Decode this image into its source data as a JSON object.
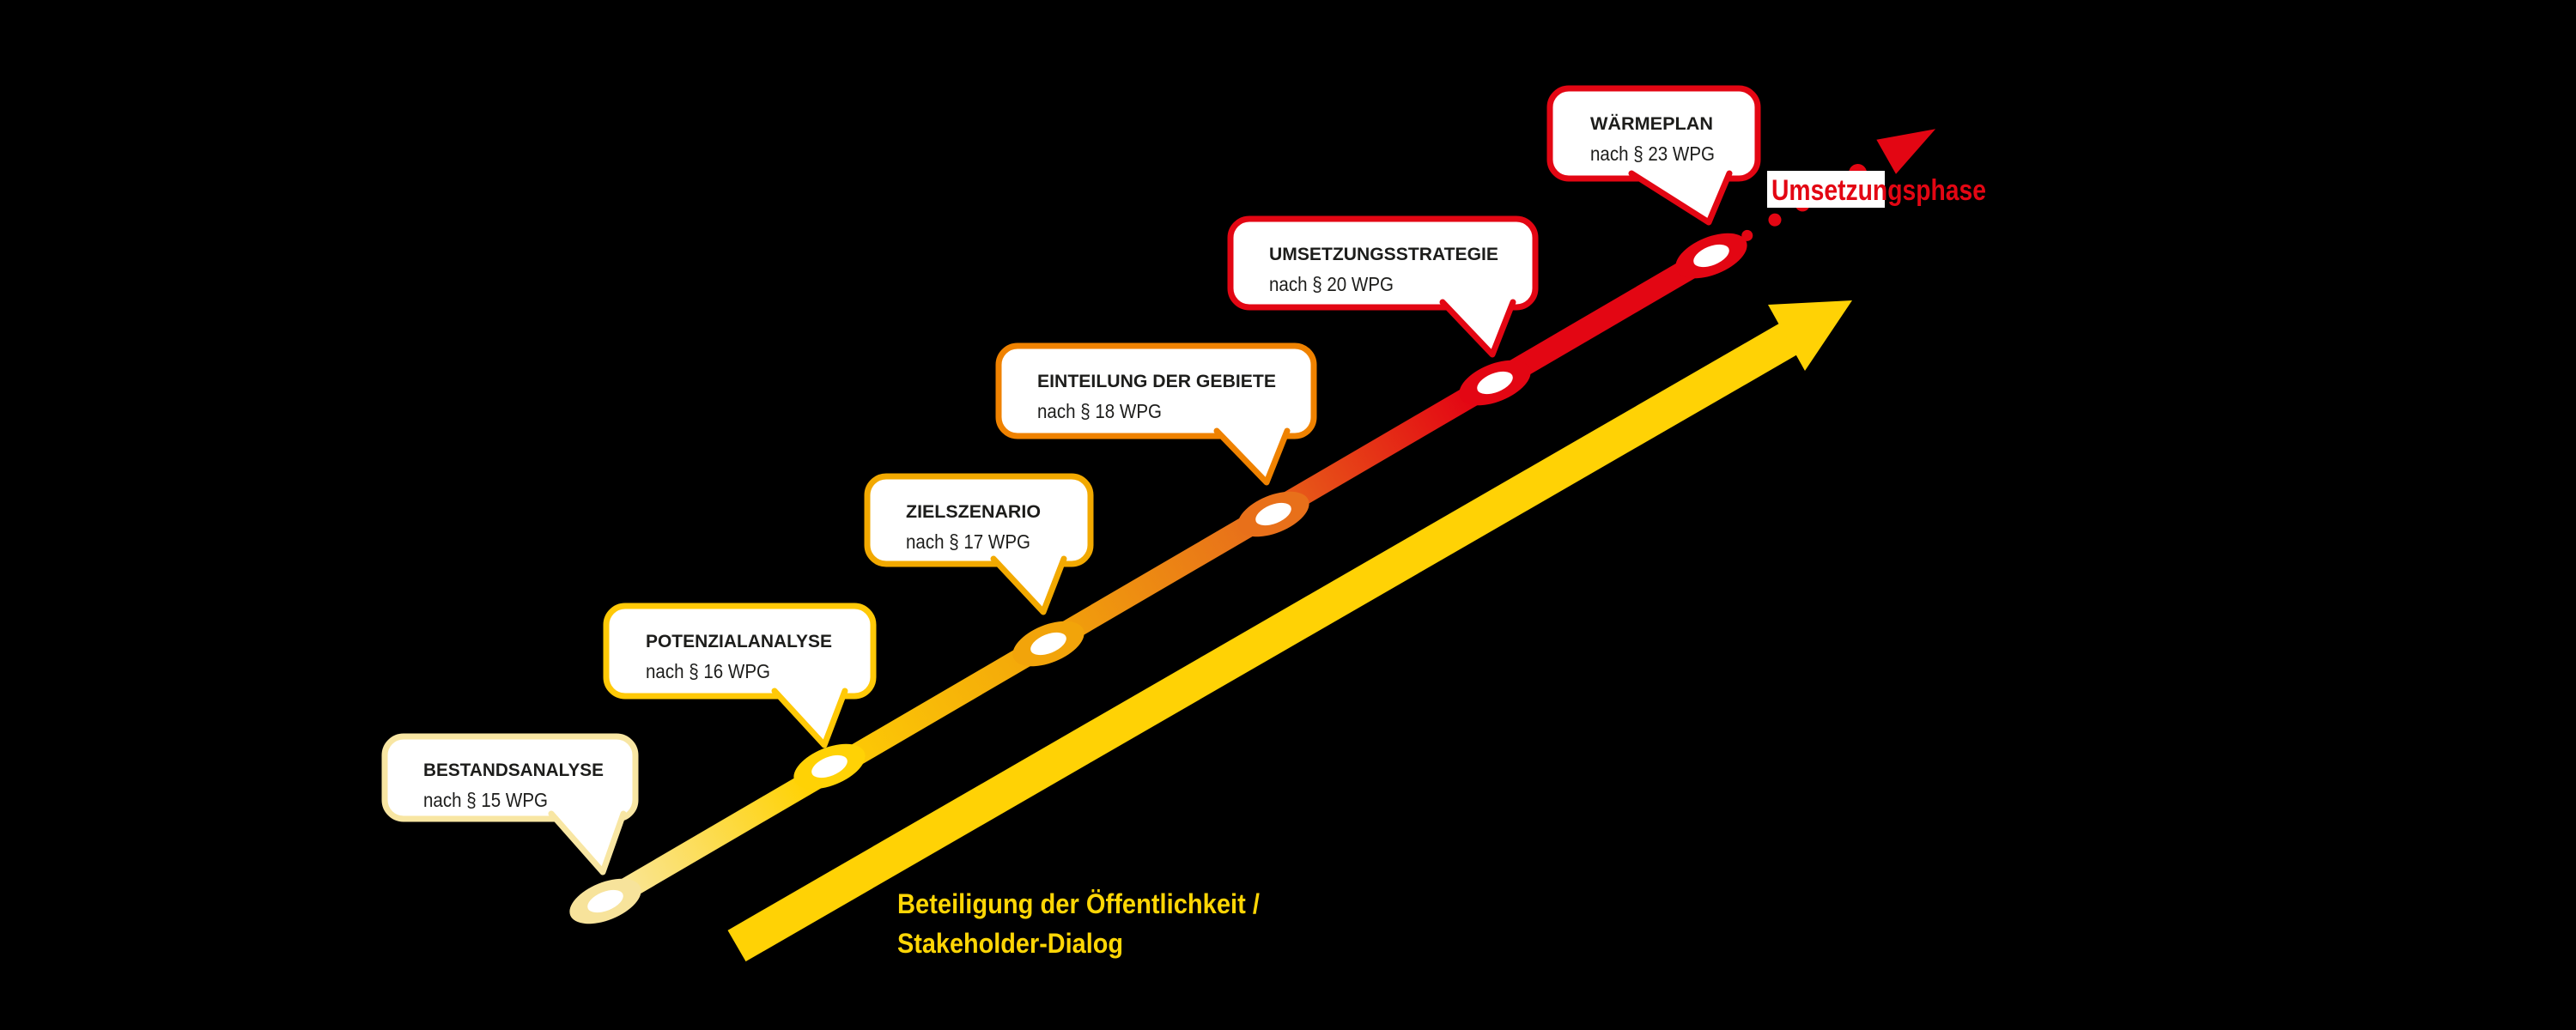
{
  "background_color": "#000000",
  "process_line": {
    "gradient": [
      "#F9E7A5",
      "#FFD205",
      "#F2A40A",
      "#E8701A",
      "#E30613"
    ],
    "milestones": [
      {
        "title": "BESTANDSANALYSE",
        "subtitle": "nach § 15 WPG",
        "bubble_border_color": "#F8E6A3",
        "dot_color": "#F7E39B"
      },
      {
        "title": "POTENZIALANALYSE",
        "subtitle": "nach § 16 WPG",
        "bubble_border_color": "#FFC907",
        "dot_color": "#FFD205"
      },
      {
        "title": "ZIELSZENARIO",
        "subtitle": "nach § 17 WPG",
        "bubble_border_color": "#F2A900",
        "dot_color": "#F2A40A"
      },
      {
        "title": "EINTEILUNG DER GEBIETE",
        "subtitle": "nach § 18 WPG",
        "bubble_border_color": "#EF8200",
        "dot_color": "#E8701A"
      },
      {
        "title": "UMSETZUNGSSTRATEGIE",
        "subtitle": "nach § 20 WPG",
        "bubble_border_color": "#E30613",
        "dot_color": "#E30613"
      },
      {
        "title": "WÄRMEPLAN",
        "subtitle": "nach § 23 WPG",
        "bubble_border_color": "#E30613",
        "dot_color": "#E30613"
      }
    ]
  },
  "implementation_phase": {
    "label": "Umsetzungsphase",
    "label_color": "#E30613",
    "label_background": "#FFFFFF",
    "arrow_color": "#E30613",
    "arrow_style": "dotted"
  },
  "participation_arrow": {
    "label_line1": "Beteiligung der Öffentlichkeit /",
    "label_line2": "Stakeholder-Dialog",
    "arrow_color": "#FFD205",
    "label_color": "#FFD605"
  }
}
